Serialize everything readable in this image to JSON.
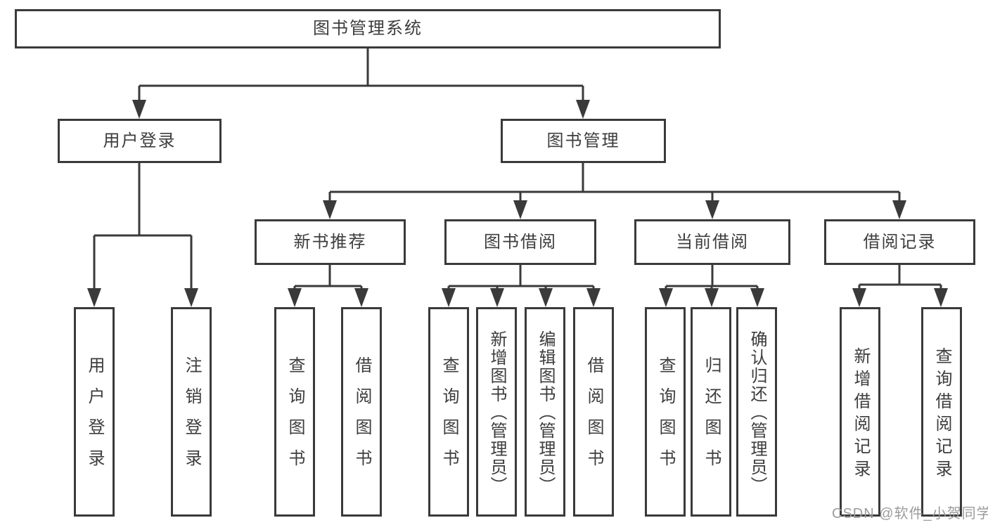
{
  "diagram": {
    "title": "图书管理系统",
    "watermark": "CSDN @软件_小贺同学",
    "colors": {
      "line": "#3a3a3a",
      "border": "#3a3a3a",
      "text": "#3d3d3d",
      "watermark": "#9b9b9b",
      "background": "#ffffff"
    },
    "tree": {
      "label": "图书管理系统",
      "children": [
        {
          "label": "用户登录",
          "children": [
            {
              "label": "用户登录"
            },
            {
              "label": "注销登录"
            }
          ]
        },
        {
          "label": "图书管理",
          "children": [
            {
              "label": "新书推荐",
              "children": [
                {
                  "label": "查询图书"
                },
                {
                  "label": "借阅图书"
                }
              ]
            },
            {
              "label": "图书借阅",
              "children": [
                {
                  "label": "查询图书"
                },
                {
                  "label": "新增图书（管理员）"
                },
                {
                  "label": "编辑图书（管理员）"
                },
                {
                  "label": "借阅图书"
                }
              ]
            },
            {
              "label": "当前借阅",
              "children": [
                {
                  "label": "查询图书"
                },
                {
                  "label": "归还图书"
                },
                {
                  "label": "确认归还（管理员）"
                }
              ]
            },
            {
              "label": "借阅记录",
              "children": [
                {
                  "label": "新增借阅记录"
                },
                {
                  "label": "查询借阅记录"
                }
              ]
            }
          ]
        }
      ]
    }
  }
}
